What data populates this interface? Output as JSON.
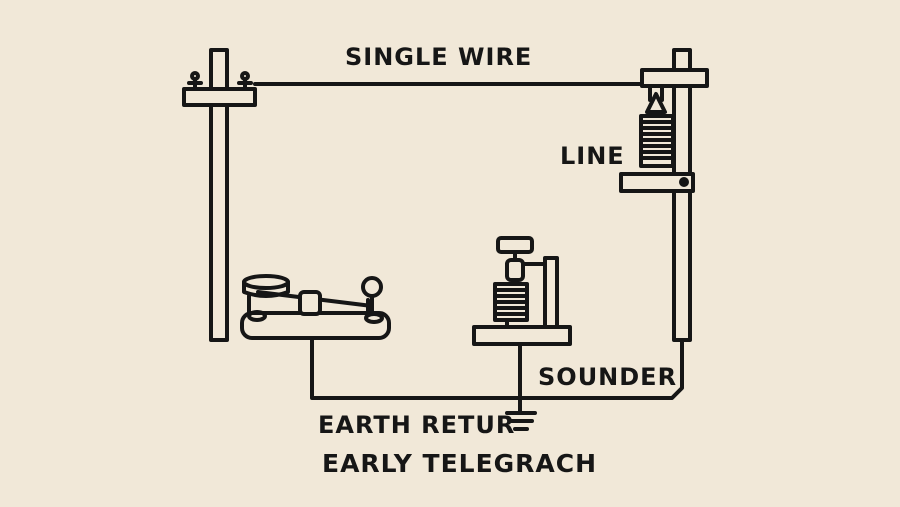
{
  "colors": {
    "background": "#f1e8d8",
    "ink": "#161616"
  },
  "labels": {
    "top_wire": "SINGLE WIRE",
    "line": "LINE",
    "sounder": "SOUNDER",
    "earth_return": "EARTH RETUR",
    "caption": "EARLY TELEGRACH"
  }
}
